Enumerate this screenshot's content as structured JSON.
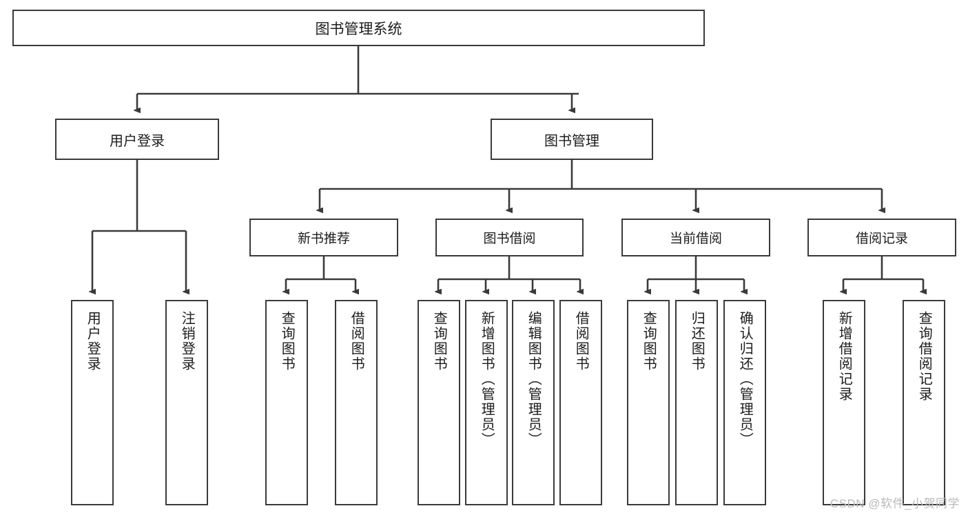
{
  "diagram": {
    "title": "图书管理系统",
    "type": "tree",
    "colors": {
      "stroke": "#3a3a3a",
      "fill": "#ffffff",
      "text": "#1c1c1c",
      "watermark": "#b9b9b9"
    },
    "root": {
      "label": "图书管理系统"
    },
    "level1": [
      {
        "label": "用户登录"
      },
      {
        "label": "图书管理"
      }
    ],
    "level2": [
      {
        "label": "新书推荐"
      },
      {
        "label": "图书借阅"
      },
      {
        "label": "当前借阅"
      },
      {
        "label": "借阅记录"
      }
    ],
    "leaves": {
      "user_login": [
        {
          "label": "用户登录"
        },
        {
          "label": "注销登录"
        }
      ],
      "new_book_recommend": [
        {
          "label": "查询图书"
        },
        {
          "label": "借阅图书"
        }
      ],
      "book_borrow": [
        {
          "label": "查询图书"
        },
        {
          "label": "新增图书（管理员）"
        },
        {
          "label": "编辑图书（管理员）"
        },
        {
          "label": "借阅图书"
        }
      ],
      "current_borrow": [
        {
          "label": "查询图书"
        },
        {
          "label": "归还图书"
        },
        {
          "label": "确认归还（管理员）"
        }
      ],
      "borrow_records": [
        {
          "label": "新增借阅记录"
        },
        {
          "label": "查询借阅记录"
        }
      ]
    }
  },
  "watermark": {
    "text": "CSDN @软件_小贺同学"
  }
}
